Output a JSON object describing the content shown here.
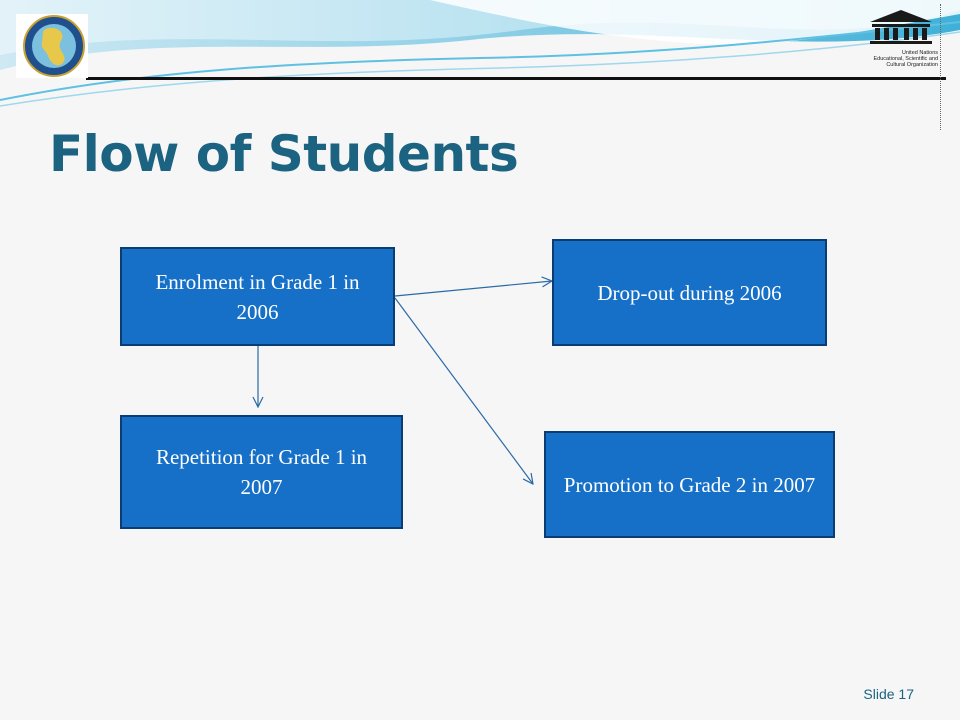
{
  "slide": {
    "title": "Flow of Students",
    "slide_number": "Slide 17"
  },
  "logos": {
    "left_logo": "mekong-institute-logo",
    "right_logo": "unesco-logo",
    "unesco_lines": [
      "United Nations",
      "Educational, Scientific and",
      "Cultural Organization"
    ]
  },
  "diagram": {
    "nodes": [
      {
        "id": "enrolment",
        "label": "Enrolment in Grade 1 in 2006"
      },
      {
        "id": "dropout",
        "label": "Drop-out during 2006"
      },
      {
        "id": "repetition",
        "label": "Repetition for Grade 1 in 2007"
      },
      {
        "id": "promotion",
        "label": "Promotion to Grade 2 in 2007"
      }
    ],
    "edges": [
      {
        "from": "enrolment",
        "to": "dropout"
      },
      {
        "from": "enrolment",
        "to": "repetition"
      },
      {
        "from": "enrolment",
        "to": "promotion"
      }
    ]
  },
  "colors": {
    "title": "#1b6381",
    "box_fill": "#1670c8",
    "box_border": "#0b3d73",
    "arrow": "#2a6aa6"
  }
}
